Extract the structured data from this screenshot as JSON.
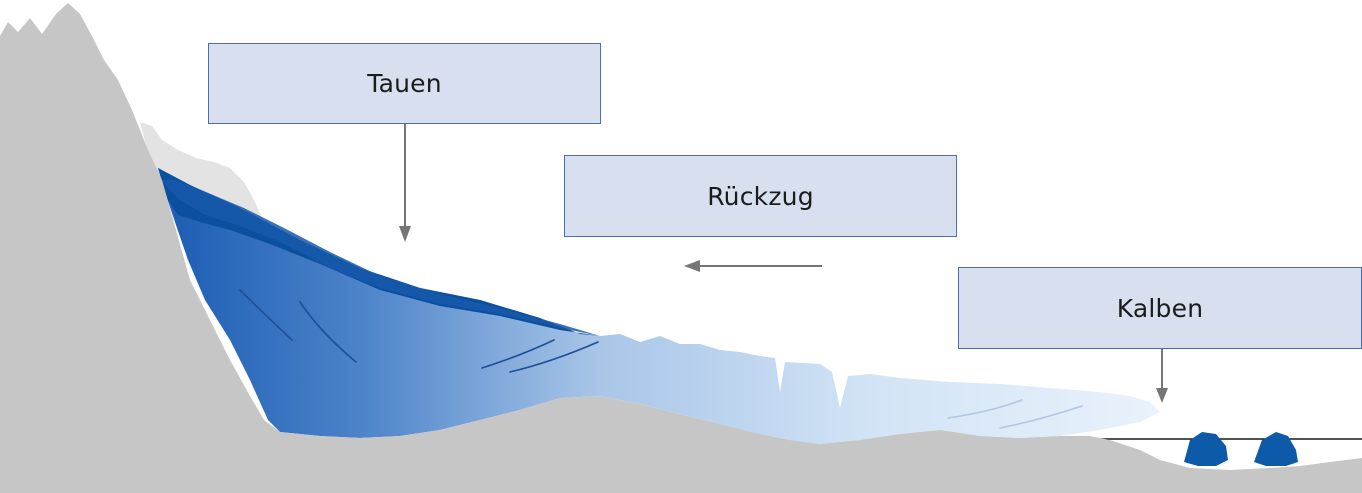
{
  "labels": {
    "tauen": "Tauen",
    "rueckzug": "Rückzug",
    "kalben": "Kalben"
  },
  "colors": {
    "rock": "#c6c6c6",
    "snow": "#e3e3e3",
    "ice_dark": "#0b4f9f",
    "ice_mid": "#2f6fbf",
    "ice_light": "#dfecf8",
    "box_fill": "#d8e0ef",
    "box_border": "#4c6db4",
    "arrow": "#757575",
    "iceberg": "#0d5aa8"
  },
  "icons": {
    "mountain": "mountain-rock-icon",
    "glacier": "glacier-ice-icon",
    "iceberg": "iceberg-icon"
  }
}
